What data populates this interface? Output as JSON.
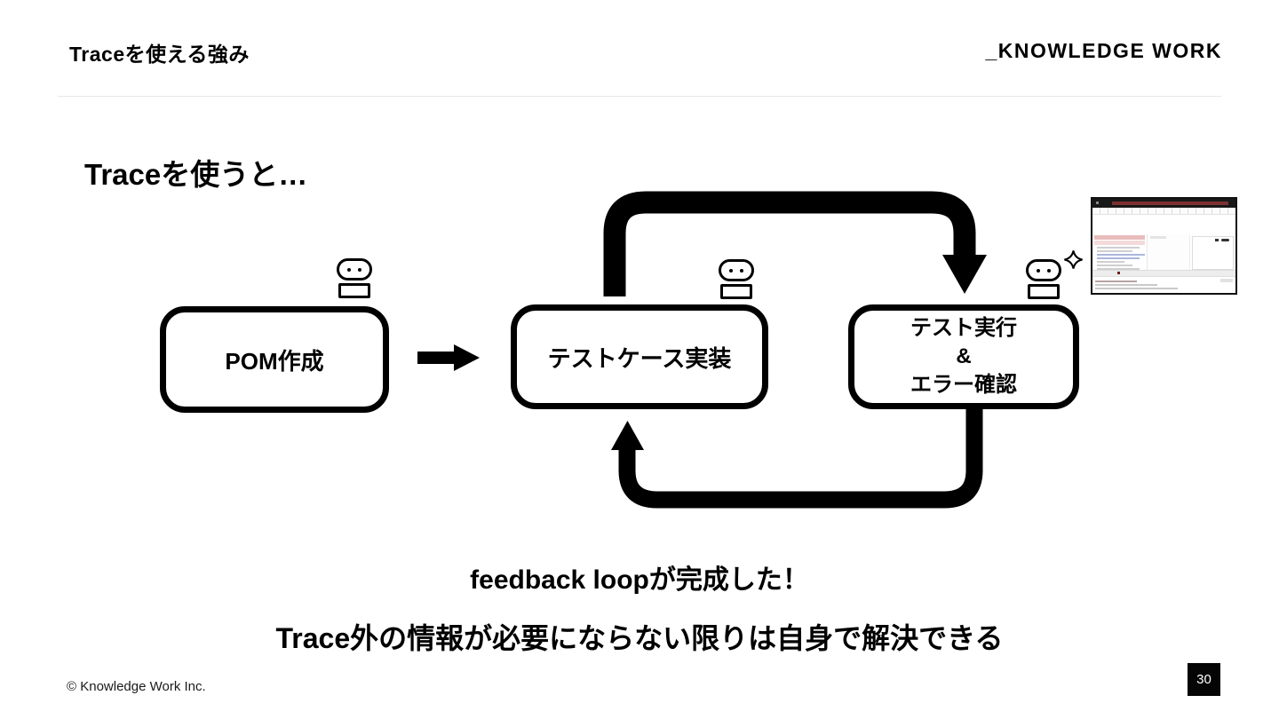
{
  "header": {
    "title": "Traceを使える強み",
    "logo": "_KNOWLEDGE WORK"
  },
  "content": {
    "heading": "Traceを使うと…",
    "diagram": {
      "boxes": [
        {
          "lines": [
            "POM作成"
          ]
        },
        {
          "lines": [
            "テストケース実装"
          ]
        },
        {
          "lines": [
            "テスト実行",
            "&",
            "エラー確認"
          ]
        }
      ],
      "icons": [
        "robot-icon",
        "robot-icon",
        "robot-icon",
        "sparkle-icon",
        "arrow-right-icon",
        "loop-arrow-top",
        "loop-arrow-bottom"
      ],
      "thumbnail": "trace-viewer-screenshot"
    },
    "conclusion_line1": "feedback loopが完成した！",
    "conclusion_line2": "Trace外の情報が必要にならない限りは自身で解決できる"
  },
  "footer": {
    "copyright": "© Knowledge Work Inc.",
    "page_number": "30"
  },
  "colors": {
    "text": "#000000",
    "divider": "#e8e8e8",
    "page_badge_bg": "#050505",
    "page_badge_text": "#ffffff",
    "thumbnail_timeline_red": "#7d3030",
    "thumbnail_highlight_pink": "#e9bcbc"
  }
}
